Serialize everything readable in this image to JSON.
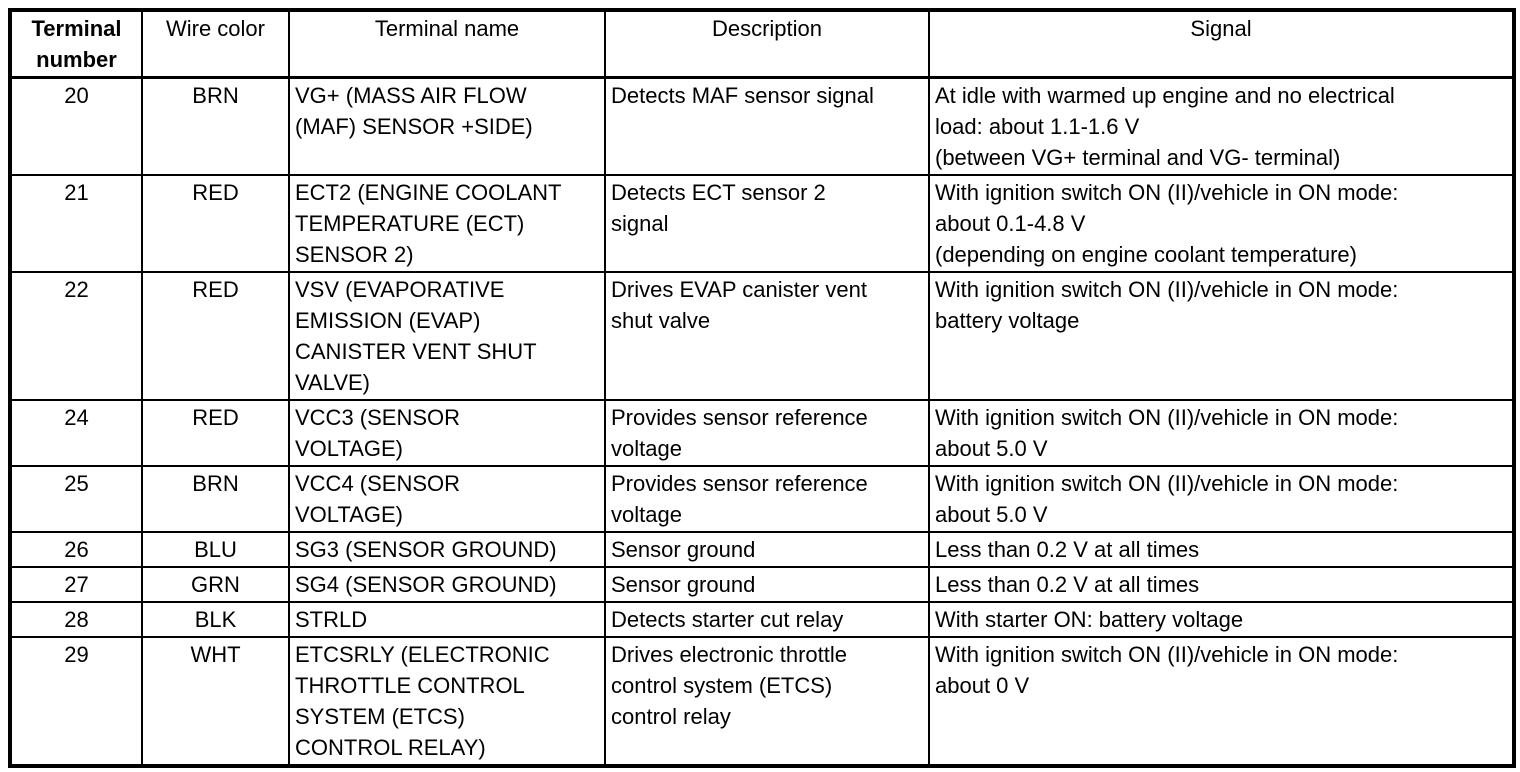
{
  "table": {
    "headers": [
      "Terminal number",
      "Wire color",
      "Terminal name",
      "Description",
      "Signal"
    ],
    "rows": [
      {
        "terminal_number": "20",
        "wire_color": "BRN",
        "terminal_name": "VG+ (MASS AIR FLOW\n(MAF) SENSOR +SIDE)",
        "description": "Detects MAF sensor signal",
        "signal": "At idle with warmed up engine and no electrical\nload: about 1.1-1.6 V\n(between VG+ terminal and VG- terminal)"
      },
      {
        "terminal_number": "21",
        "wire_color": "RED",
        "terminal_name": "ECT2 (ENGINE COOLANT\nTEMPERATURE (ECT)\nSENSOR 2)",
        "description": "Detects ECT sensor 2\nsignal",
        "signal": "With ignition switch ON (II)/vehicle in ON mode:\nabout 0.1-4.8 V\n(depending on engine coolant temperature)"
      },
      {
        "terminal_number": "22",
        "wire_color": "RED",
        "terminal_name": "VSV (EVAPORATIVE\nEMISSION (EVAP)\nCANISTER VENT SHUT\nVALVE)",
        "description": "Drives EVAP canister vent\nshut valve",
        "signal": "With ignition switch ON (II)/vehicle in ON mode:\nbattery voltage"
      },
      {
        "terminal_number": "24",
        "wire_color": "RED",
        "terminal_name": "VCC3 (SENSOR\nVOLTAGE)",
        "description": "Provides sensor reference\nvoltage",
        "signal": "With ignition switch ON (II)/vehicle in ON mode:\nabout 5.0 V"
      },
      {
        "terminal_number": "25",
        "wire_color": "BRN",
        "terminal_name": "VCC4 (SENSOR\nVOLTAGE)",
        "description": "Provides sensor reference\nvoltage",
        "signal": "With ignition switch ON (II)/vehicle in ON mode:\nabout 5.0 V"
      },
      {
        "terminal_number": "26",
        "wire_color": "BLU",
        "terminal_name": "SG3 (SENSOR GROUND)",
        "description": "Sensor ground",
        "signal": "Less than 0.2 V at all times"
      },
      {
        "terminal_number": "27",
        "wire_color": "GRN",
        "terminal_name": "SG4 (SENSOR GROUND)",
        "description": "Sensor ground",
        "signal": "Less than 0.2 V at all times"
      },
      {
        "terminal_number": "28",
        "wire_color": "BLK",
        "terminal_name": "STRLD",
        "description": "Detects starter cut relay",
        "signal": "With starter ON: battery voltage"
      },
      {
        "terminal_number": "29",
        "wire_color": "WHT",
        "terminal_name": "ETCSRLY (ELECTRONIC\nTHROTTLE CONTROL\nSYSTEM (ETCS)\nCONTROL RELAY)",
        "description": "Drives electronic throttle\ncontrol system (ETCS)\ncontrol relay",
        "signal": "With ignition switch ON (II)/vehicle in ON mode:\nabout 0 V"
      }
    ],
    "colors": {
      "border": "#000000",
      "text": "#000000",
      "background": "#ffffff"
    }
  }
}
